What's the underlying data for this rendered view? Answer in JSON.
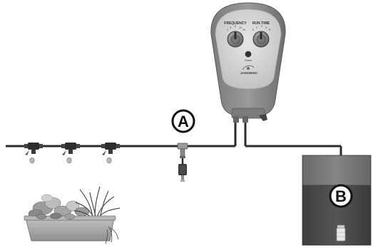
{
  "controller": {
    "frequency_label": "FREQUENCY",
    "run_time_label": "RUN TIME",
    "brand": "JARDIBRIC",
    "button_label": "Reset",
    "dial_tick_labels_left": [
      "1",
      "3",
      "6",
      "12",
      "24"
    ],
    "dial_tick_labels_right": [
      "0",
      "1",
      "2",
      "3",
      "5"
    ]
  },
  "callouts": {
    "a": "A",
    "b": "B"
  },
  "colors": {
    "tube": "#2b2b2b",
    "controller_body": "#8c8c8c",
    "controller_face": "#cfcfcf",
    "tank_dark": "#4a4a4a",
    "tank_light": "#777777",
    "planter": "#a8a8a8"
  },
  "icons": {
    "drippers": "dripper-icon",
    "tee": "tee-connector-icon",
    "filter": "filter-icon",
    "plants": "plant-icon"
  }
}
